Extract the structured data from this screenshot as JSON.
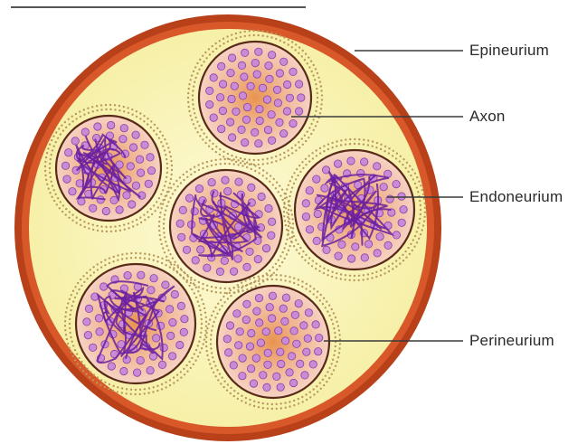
{
  "labels": {
    "epineurium": "Epineurium",
    "axon": "Axon",
    "endoneurium": "Endoneurium",
    "perineurium": "Perineurium"
  },
  "colors": {
    "epineurium_ring": "#c2421b",
    "epineurium_fill": "#fbf6c0",
    "fascicle_fill": "#f2c6b6",
    "fascicle_center": "#e99a5a",
    "perineurium_border": "#5a2a18",
    "axon_fill": "#c98bd6",
    "axon_stroke": "#8a3fa6",
    "endoneurium_line": "#6a1fa0",
    "dots": "#b89a5a"
  }
}
